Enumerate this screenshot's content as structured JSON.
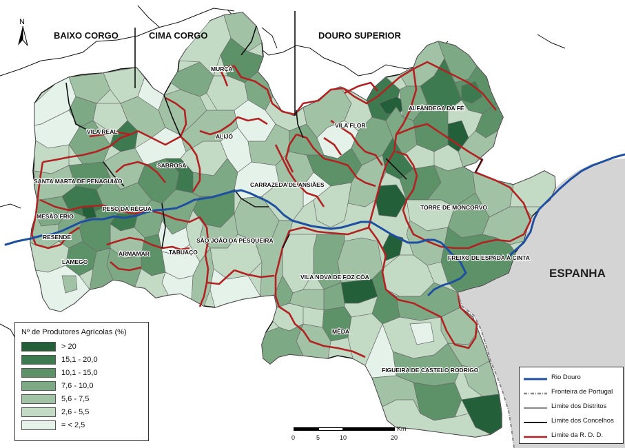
{
  "regions": {
    "baixo_corgo": "BAIXO CORGO",
    "cima_corgo": "CIMA CORGO",
    "douro_superior": "DOURO SUPERIOR"
  },
  "country_label": "ESPANHA",
  "north_label": "N",
  "concelhos": {
    "murca": "MURÇA",
    "alfandega": "ALFÂNDEGA DA FÉ",
    "vila_real": "VILA REAL",
    "alijo": "ALIJÓ",
    "vila_flor": "VILA FLOR",
    "sabrosa": "SABROSA",
    "santa_marta": "SANTA MARTA DE PENAGUIÃO",
    "carrazeda": "CARRAZEDA DE ANSIÃES",
    "torre_moncorvo": "TORRE DE MONCORVO",
    "peso_regua": "PESO DA RÉGUA",
    "mesao_frio": "MESÃO FRIO",
    "resende": "RESENDE",
    "sao_joao": "SÃO JOÃO DA PESQUEIRA",
    "armamar": "ARMAMAR",
    "tabuaco": "TABUAÇO",
    "lamego": "LAMEGO",
    "freixo": "FREIXO DE ESPADA À CINTA",
    "foz_coa": "VILA NOVA DE FOZ CÔA",
    "meda": "MÊDA",
    "figueira": "FIGUEIRA DE CASTELO RODRIGO"
  },
  "legend": {
    "title": "Nº de Produtores Agrícolas (%)",
    "classes": [
      {
        "label": "> 20",
        "color": "#23603a"
      },
      {
        "label": "15,1 - 20,0",
        "color": "#3d7a4f"
      },
      {
        "label": "10,1 - 15,0",
        "color": "#5d9168"
      },
      {
        "label": "7,6 - 10,0",
        "color": "#7ea985"
      },
      {
        "label": "5,6 - 7,5",
        "color": "#a1c2a4"
      },
      {
        "label": "2,6 - 5,5",
        "color": "#c3dbc5"
      },
      {
        "label": "= < 2,5",
        "color": "#e4f2e9"
      }
    ]
  },
  "key": {
    "items": [
      {
        "label": "Rio Douro",
        "color": "#1f4fa0",
        "style": "river"
      },
      {
        "label": "Fronteira de Portugal",
        "color": "#888888",
        "style": "border"
      },
      {
        "label": "Limite dos Distritos",
        "color": "#111111",
        "style": "thin"
      },
      {
        "label": "Limite dos Concelhos",
        "color": "#111111",
        "style": "thick"
      },
      {
        "label": "Limite da R. D. D.",
        "color": "#b22222",
        "style": "red"
      }
    ]
  },
  "scale": {
    "ticks": [
      "0",
      "5",
      "10",
      "20"
    ],
    "unit": "Km"
  },
  "colors": {
    "river": "#1f4fa0",
    "rdd_limit": "#b22222",
    "spain_fill": "#d4d4d4",
    "frontier": "#888888"
  }
}
